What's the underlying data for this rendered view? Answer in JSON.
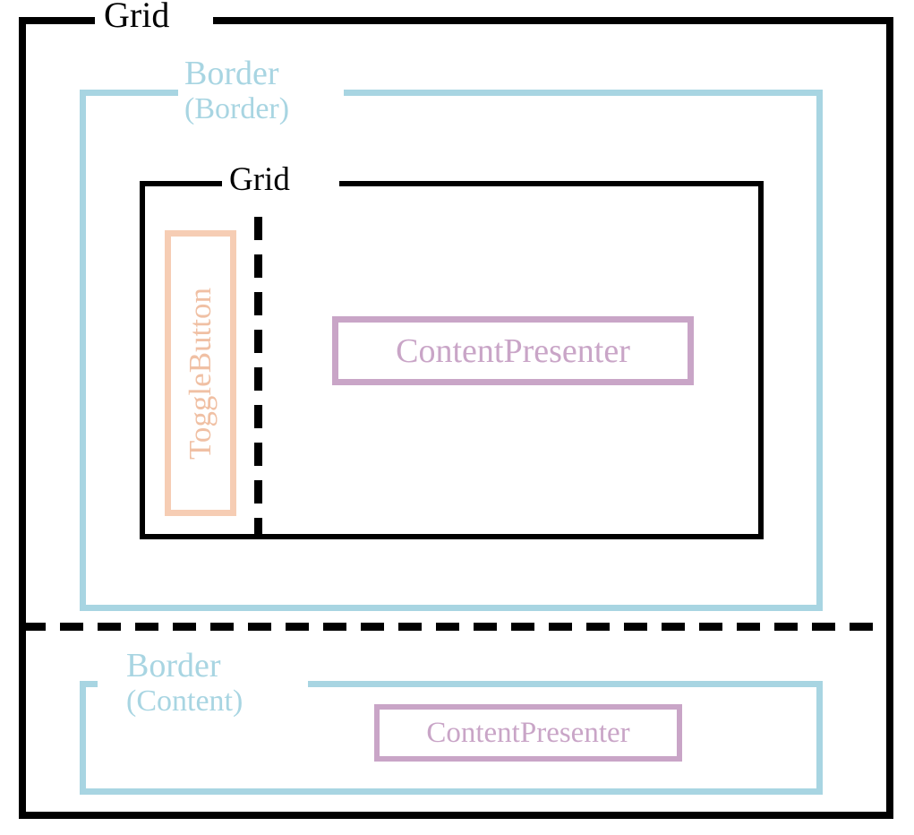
{
  "diagram": {
    "title": "Visual tree template diagram",
    "type": "nested-control-template-tree",
    "colors": {
      "grid": "#000000",
      "border": "#a8d5e2",
      "toggle_button": "#f6cdb4",
      "content_presenter": "#c9a5c7",
      "background": "#ffffff"
    },
    "nodes": {
      "outer_grid": {
        "label": "Grid",
        "kind": "Grid",
        "line_style": "solid",
        "rows": 2,
        "row_separator": "dashed"
      },
      "border_border": {
        "label_line1": "Border",
        "label_line2": "(Border)",
        "kind": "Border",
        "name": "Border",
        "line_style": "solid"
      },
      "inner_grid": {
        "label": "Grid",
        "kind": "Grid",
        "line_style": "solid",
        "columns": 2,
        "column_separator": "dashed"
      },
      "toggle_button": {
        "label": "ToggleButton",
        "kind": "ToggleButton",
        "orientation": "vertical",
        "line_style": "solid"
      },
      "content_presenter_header": {
        "label": "ContentPresenter",
        "kind": "ContentPresenter",
        "line_style": "solid"
      },
      "border_content": {
        "label_line1": "Border",
        "label_line2": "(Content)",
        "kind": "Border",
        "name": "Content",
        "line_style": "solid"
      },
      "content_presenter_body": {
        "label": "ContentPresenter",
        "kind": "ContentPresenter",
        "line_style": "solid"
      }
    }
  }
}
